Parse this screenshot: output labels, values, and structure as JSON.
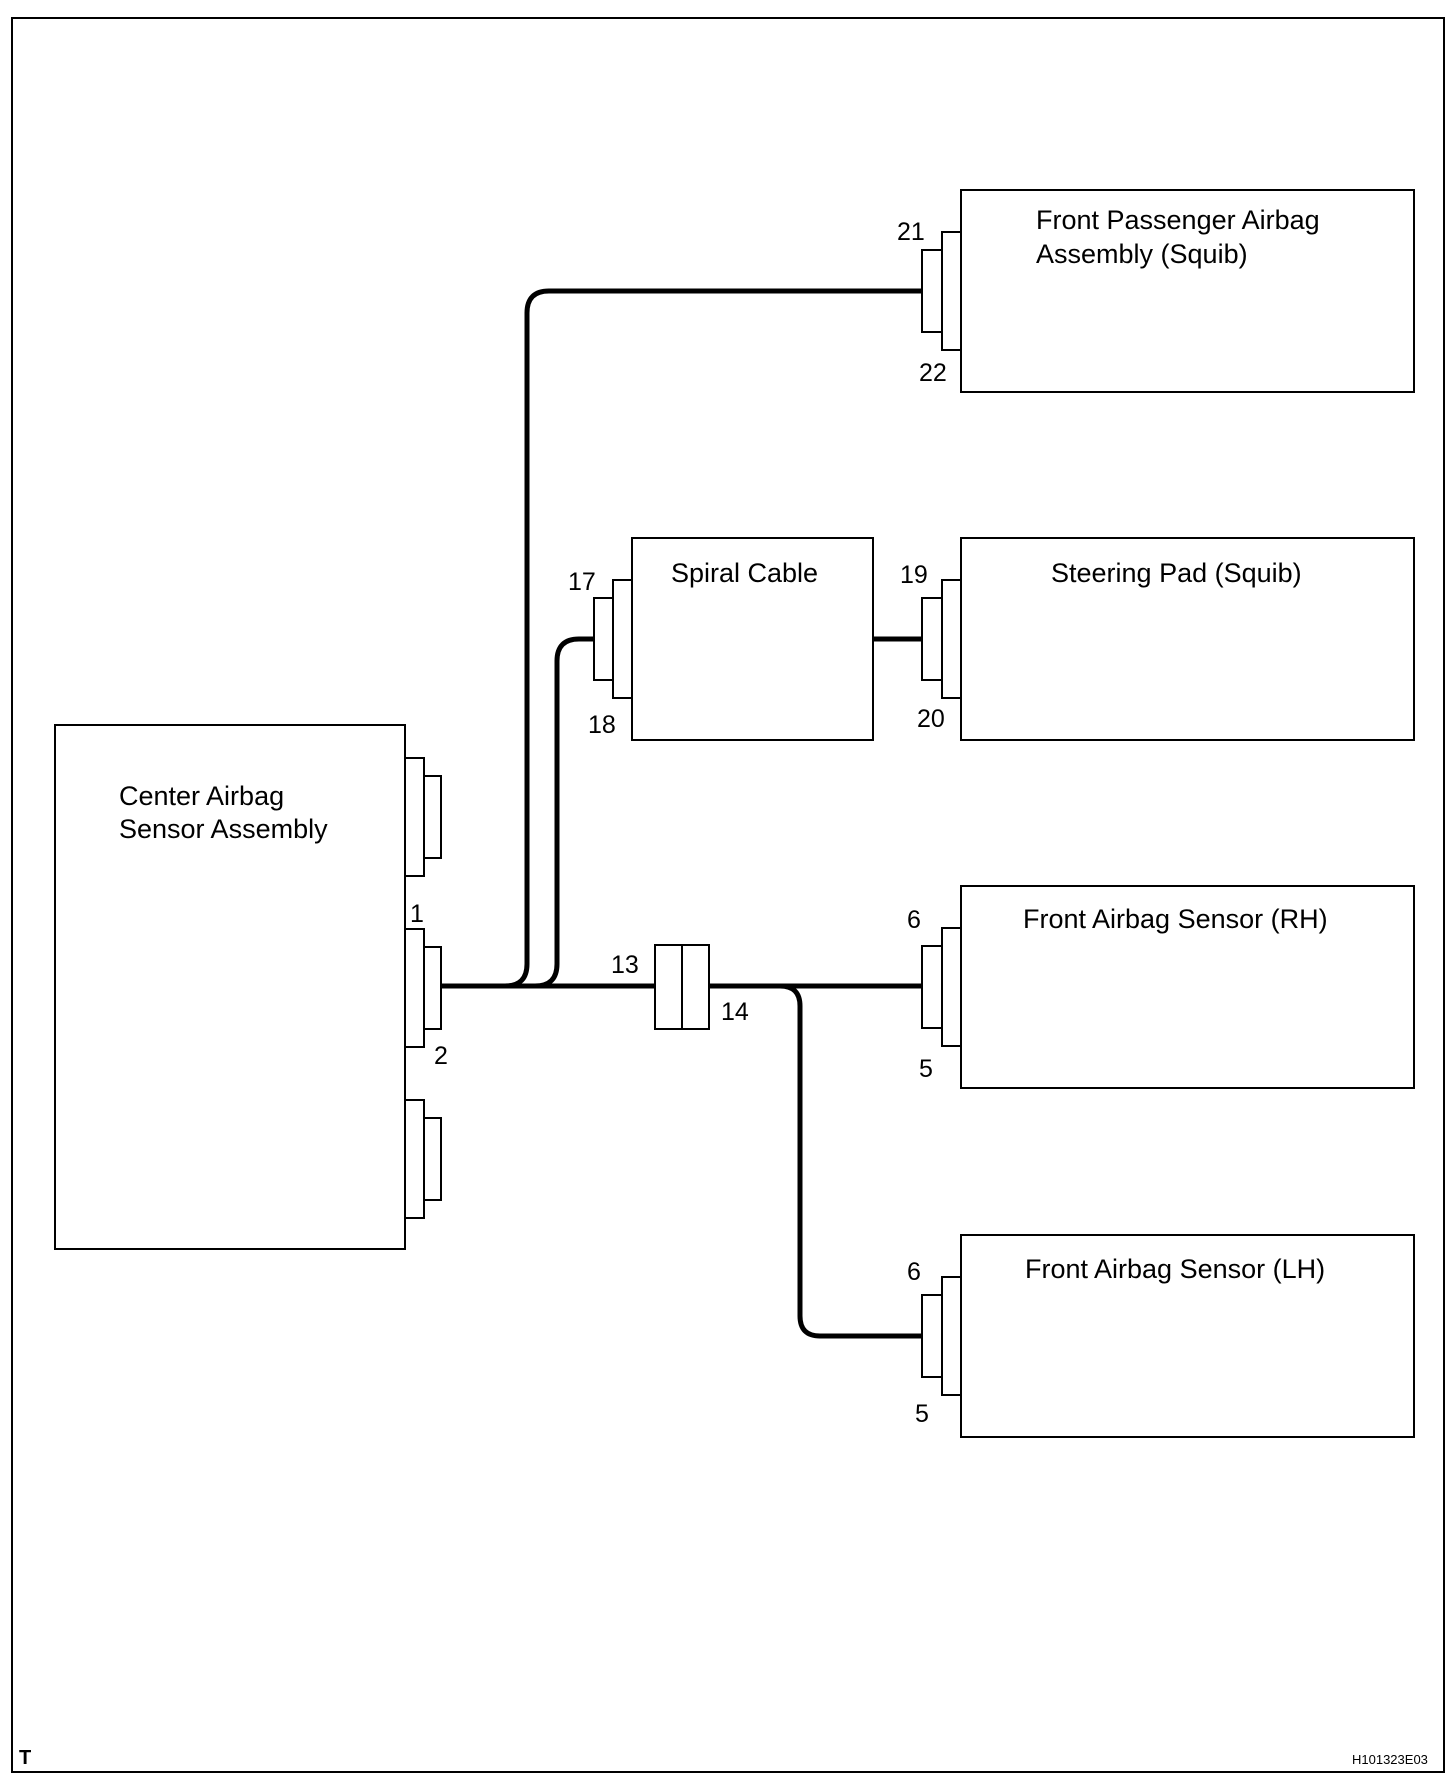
{
  "components": {
    "center_sensor": {
      "line1": "Center Airbag",
      "line2": "Sensor Assembly"
    },
    "front_passenger": {
      "line1": "Front Passenger Airbag",
      "line2": "Assembly (Squib)"
    },
    "spiral_cable": {
      "label": "Spiral Cable"
    },
    "steering_pad": {
      "label": "Steering Pad (Squib)"
    },
    "front_sensor_rh": {
      "label": "Front Airbag Sensor (RH)"
    },
    "front_sensor_lh": {
      "label": "Front Airbag Sensor (LH)"
    }
  },
  "pins": {
    "center_1": "1",
    "center_2": "2",
    "junction_13": "13",
    "junction_14": "14",
    "spiral_17": "17",
    "spiral_18": "18",
    "steering_19": "19",
    "steering_20": "20",
    "passenger_21": "21",
    "passenger_22": "22",
    "rh_6": "6",
    "rh_5": "5",
    "lh_6": "6",
    "lh_5": "5"
  },
  "corner_mark": "T",
  "figure_code": "H101323E03"
}
